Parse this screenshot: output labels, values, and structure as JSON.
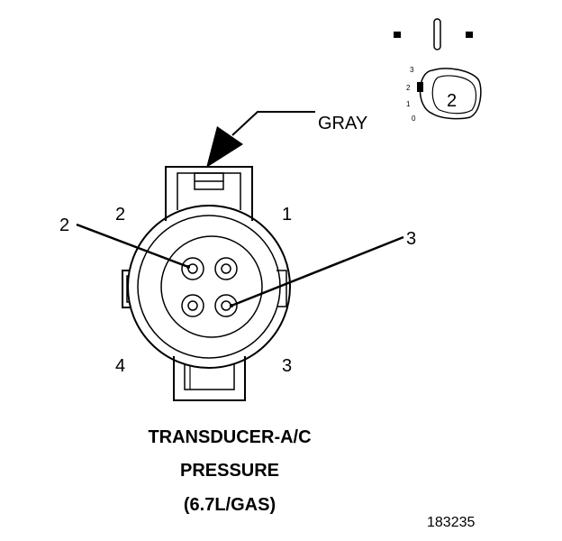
{
  "wire_color": "GRAY",
  "cavity_labels": {
    "c1": "1",
    "c2": "2",
    "c3": "3",
    "c4": "4"
  },
  "callout_labels": {
    "left": "2",
    "right": "3"
  },
  "title_lines": [
    "TRANSDUCER-A/C",
    "PRESSURE",
    "(6.7L/GAS)"
  ],
  "part_number": "183235",
  "key_icon": {
    "number": "2",
    "scale": [
      "3",
      "2",
      "1",
      "0"
    ]
  },
  "colors": {
    "line": "#000000",
    "background": "#ffffff"
  }
}
